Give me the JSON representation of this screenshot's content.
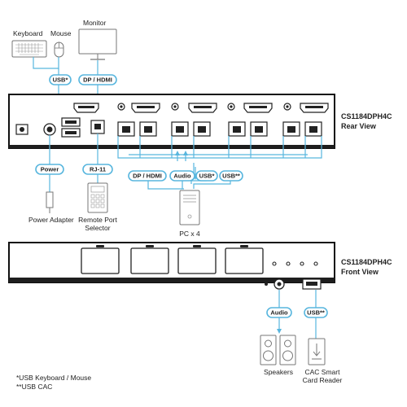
{
  "colors": {
    "cable": "#58b6de",
    "panel_outline": "#111111",
    "strip": "#1e1e1e",
    "device_outline": "#777777"
  },
  "devices": {
    "keyboard": "Keyboard",
    "mouse": "Mouse",
    "monitor": "Monitor",
    "power_adapter": "Power Adapter",
    "remote_selector_line1": "Remote Port",
    "remote_selector_line2": "Selector",
    "pc": "PC x 4",
    "speakers": "Speakers",
    "cac_line1": "CAC Smart",
    "cac_line2": "Card Reader"
  },
  "panels": {
    "rear_model": "CS1184DPH4C",
    "rear_view": "Rear View",
    "front_model": "CS1184DPH4C",
    "front_view": "Front View"
  },
  "tags": {
    "usb_kbm": "USB*",
    "dp_hdmi_top": "DP / HDMI",
    "power": "Power",
    "rj11": "RJ-11",
    "dp_hdmi_pc": "DP / HDMI",
    "audio_pc": "Audio",
    "usb_pc": "USB*",
    "usb_cac_pc": "USB**",
    "audio_front": "Audio",
    "usb_front": "USB**"
  },
  "notes": {
    "note1": "*USB Keyboard / Mouse",
    "note2": "**USB CAC"
  },
  "icons": {
    "keyboard": "keyboard-icon",
    "mouse": "mouse-icon",
    "monitor": "monitor-icon",
    "power_adapter": "power-adapter-icon",
    "remote_selector": "remote-port-selector-icon",
    "pc": "pc-tower-icon",
    "speakers": "speakers-icon",
    "cac_reader": "cac-card-reader-icon"
  }
}
